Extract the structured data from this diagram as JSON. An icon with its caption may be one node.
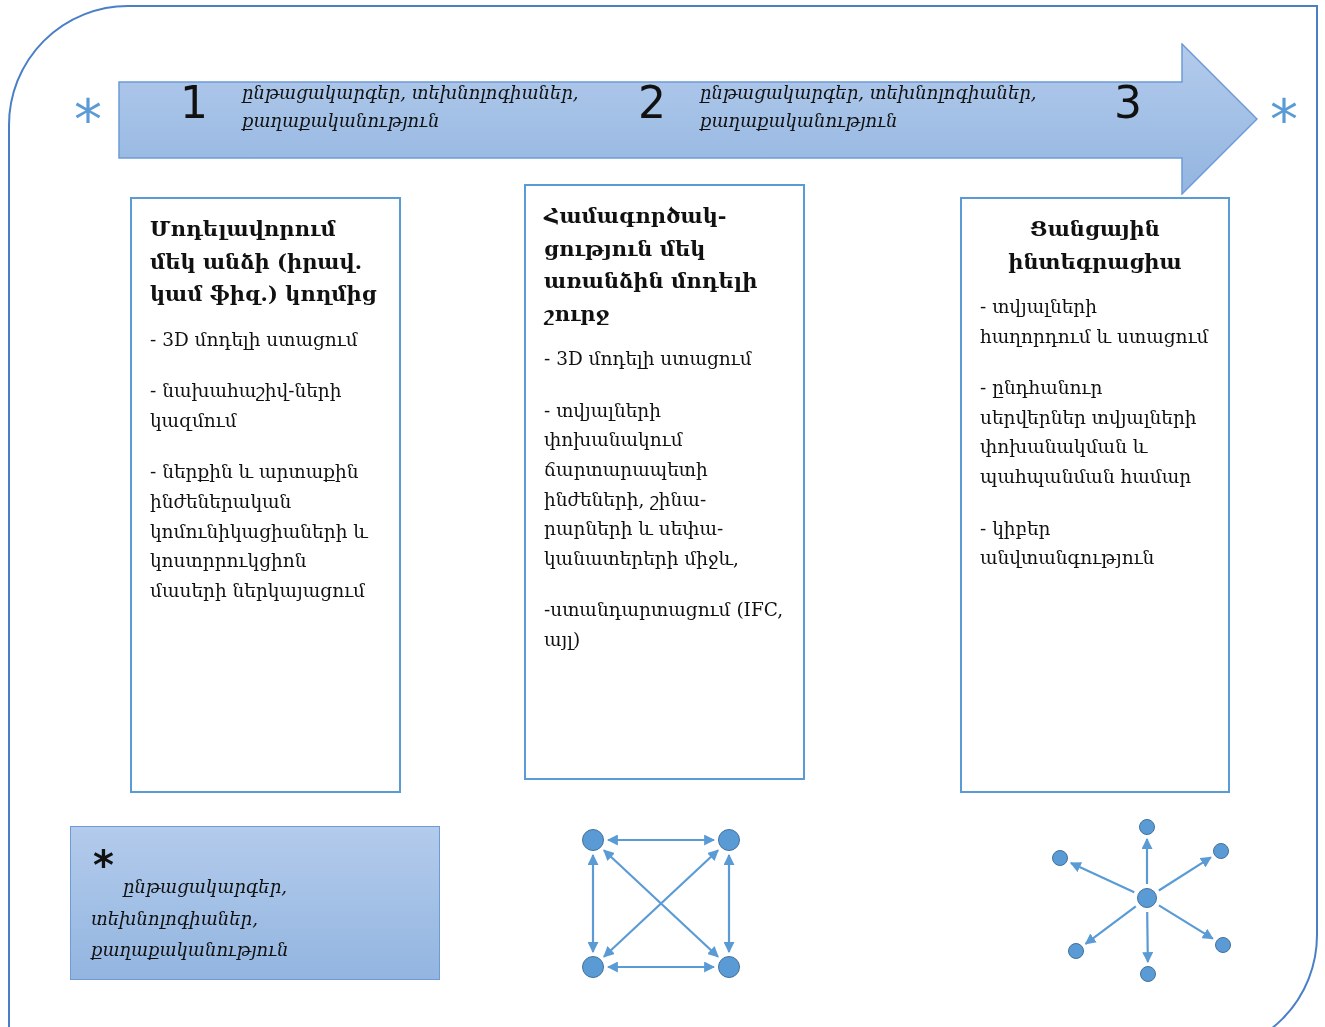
{
  "diagram": {
    "nodes": [
      {
        "text": [
          "1",
          "ընթացակարգեր, տեխնոլոգիաներ, քաղաքականություն",
          "2",
          "ընթացակարգեր, տեխնոլոգիաներ, քաղաքականություն",
          "3"
        ],
        "beside": [
          "*",
          "*"
        ]
      },
      {
        "text": [
          "Մոդելավորում մեկ անձի (իրավ. կամ ֆիզ.) կողմից",
          "- 3D մոդելի ստացում",
          "- նախահաշիվ-ների կազմում",
          "- ներքին և արտաքին ինժեներական կոմունիկացիաների և կոստրրուկցիոն մասերի ներկայացում"
        ]
      },
      {
        "text": [
          "Համագործակ-ցություն մեկ առանձին մոդելի շուրջ",
          "- 3D մոդելի ստացում",
          "- տվյալների փոխանակում ճարտարապետի ինժեների, շինա-րարների և սեփա-կանատերերի միջև,",
          "-ստանդարտացում (IFC, այլ)"
        ]
      },
      {
        "text": [
          "Ցանցային ինտեգրացիա",
          "- տվյալների հաղորդում և ստացում",
          "- ընդհանուր սերվերներ տվյալների փոխանակման և պահպանման համար",
          "- կիբեր անվտանգություն"
        ]
      },
      {
        "text": [
          "*",
          "ընթացակարգեր, տեխնոլոգիաներ, քաղաքականություն"
        ]
      },
      {
        "text": [],
        "shape": "circle"
      },
      {
        "text": [],
        "shape": "circle"
      },
      {
        "text": [],
        "shape": "circle"
      },
      {
        "text": [],
        "shape": "circle"
      },
      {
        "text": [],
        "shape": "circle"
      },
      {
        "text": [],
        "shape": "circle"
      },
      {
        "text": [],
        "shape": "circle"
      },
      {
        "text": [],
        "shape": "circle"
      },
      {
        "text": [],
        "shape": "circle"
      },
      {
        "text": [],
        "shape": "circle"
      },
      {
        "text": [],
        "shape": "circle"
      }
    ],
    "edges": [
      {
        "from": 5,
        "to": 6,
        "arrow": "both"
      },
      {
        "from": 5,
        "to": 7,
        "arrow": "both"
      },
      {
        "from": 6,
        "to": 8,
        "arrow": "both"
      },
      {
        "from": 7,
        "to": 8,
        "arrow": "both"
      },
      {
        "from": 5,
        "to": 8,
        "arrow": "both"
      },
      {
        "from": 6,
        "to": 7,
        "arrow": "both"
      },
      {
        "from": 12,
        "to": 11,
        "arrow": "to"
      },
      {
        "from": 12,
        "to": 9,
        "arrow": "to"
      },
      {
        "from": 12,
        "to": 14,
        "arrow": "to"
      },
      {
        "from": 12,
        "to": 10,
        "arrow": "to"
      },
      {
        "from": 12,
        "to": 15,
        "arrow": "to"
      },
      {
        "from": 12,
        "to": 13,
        "arrow": "to"
      }
    ]
  }
}
